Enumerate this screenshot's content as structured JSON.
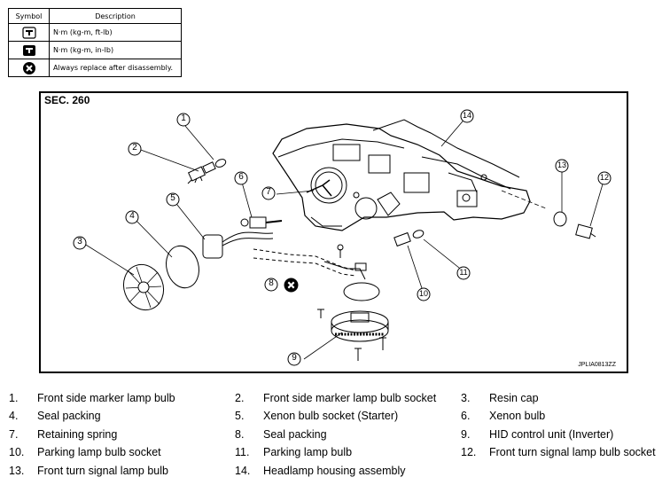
{
  "legend": {
    "header_symbol": "Symbol",
    "header_description": "Description",
    "rows": [
      {
        "icon": "torque-wrench-icon",
        "description": "N·m (kg-m, ft-lb)"
      },
      {
        "icon": "torque-wrench-small-icon",
        "description": "N·m (kg-m, in-lb)"
      },
      {
        "icon": "replace-part-icon",
        "description": "Always replace after disassembly."
      }
    ]
  },
  "diagram": {
    "section": "SEC. 260",
    "figure_id": "JPLIA0813ZZ",
    "callouts": [
      "1",
      "2",
      "3",
      "4",
      "5",
      "6",
      "7",
      "8",
      "9",
      "10",
      "11",
      "12",
      "13",
      "14"
    ]
  },
  "parts": [
    {
      "num": "1.",
      "label": "Front side marker lamp bulb"
    },
    {
      "num": "2.",
      "label": "Front side marker lamp bulb socket"
    },
    {
      "num": "3.",
      "label": "Resin cap"
    },
    {
      "num": "4.",
      "label": "Seal packing"
    },
    {
      "num": "5.",
      "label": "Xenon bulb socket (Starter)"
    },
    {
      "num": "6.",
      "label": "Xenon bulb"
    },
    {
      "num": "7.",
      "label": "Retaining spring"
    },
    {
      "num": "8.",
      "label": "Seal packing"
    },
    {
      "num": "9.",
      "label": "HID control unit (Inverter)"
    },
    {
      "num": "10.",
      "label": "Parking lamp bulb socket"
    },
    {
      "num": "11.",
      "label": "Parking lamp bulb"
    },
    {
      "num": "12.",
      "label": "Front turn signal lamp bulb socket"
    },
    {
      "num": "13.",
      "label": "Front turn signal lamp bulb"
    },
    {
      "num": "14.",
      "label": "Headlamp housing assembly"
    }
  ]
}
